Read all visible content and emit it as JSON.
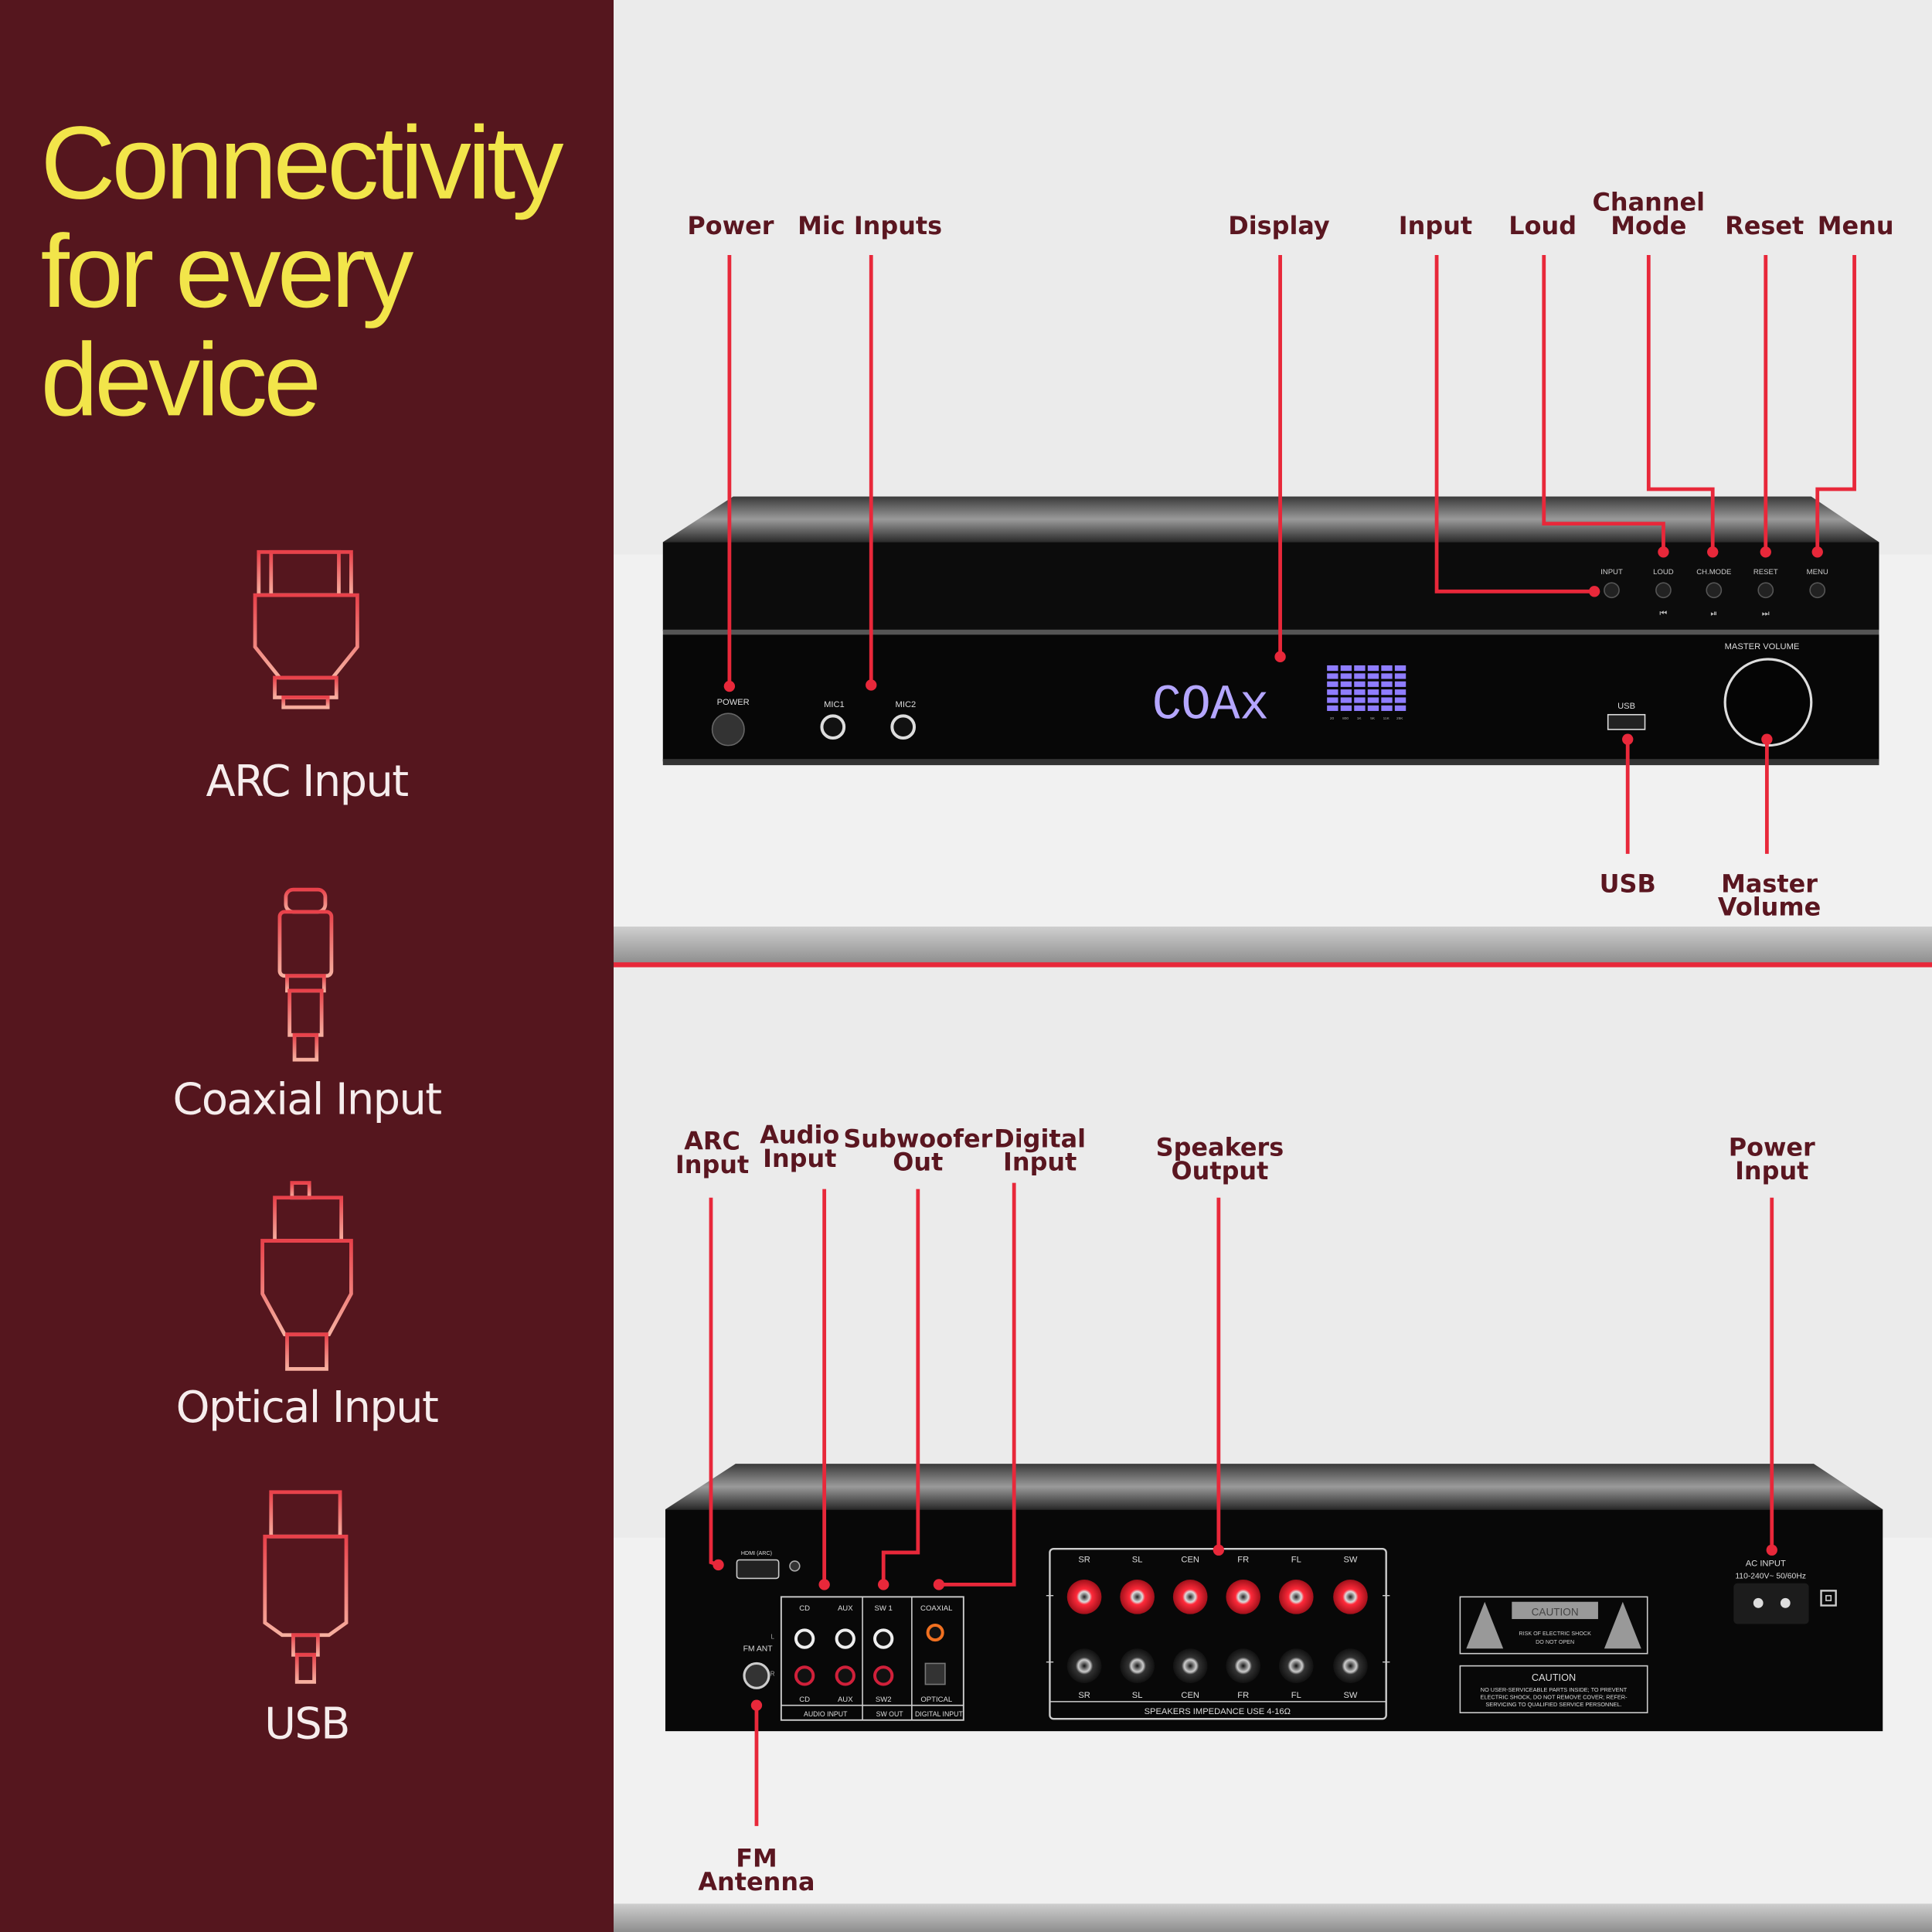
{
  "title": {
    "line1": "Connectivity",
    "line2": "for every",
    "line3": "device"
  },
  "features": [
    {
      "label": "ARC Input",
      "icon": "hdmi-plug-icon"
    },
    {
      "label": "Coaxial Input",
      "icon": "coaxial-plug-icon"
    },
    {
      "label": "Optical Input",
      "icon": "optical-plug-icon"
    },
    {
      "label": "USB",
      "icon": "usb-plug-icon"
    }
  ],
  "colors": {
    "panel": "#55161e",
    "title": "#f2e54a",
    "callout": "#e8283a",
    "label": "#5a1620",
    "display": "#b4a6ff"
  },
  "front_callouts": {
    "power": "Power",
    "mic": "Mic Inputs",
    "display": "Display",
    "input": "Input",
    "loud": "Loud",
    "channel_mode_1": "Channel",
    "channel_mode_2": "Mode",
    "reset": "Reset",
    "menu": "Menu",
    "usb": "USB",
    "master_volume_1": "Master",
    "master_volume_2": "Volume"
  },
  "front_panel": {
    "power": "POWER",
    "mic1": "MIC1",
    "mic2": "MIC2",
    "display_text": "COAx",
    "eq_labels": [
      "20",
      "800",
      "1K",
      "5K",
      "11K",
      "25K"
    ],
    "usb": "USB",
    "master_volume": "MASTER VOLUME",
    "buttons": [
      "INPUT",
      "LOUD",
      "CH.MODE",
      "RESET",
      "MENU"
    ],
    "transport": [
      "⏮",
      "⏯",
      "⏭"
    ]
  },
  "rear_callouts": {
    "arc_1": "ARC",
    "arc_2": "Input",
    "audio_1": "Audio",
    "audio_2": "Input",
    "sub_1": "Subwoofer",
    "sub_2": "Out",
    "digital_1": "Digital",
    "digital_2": "Input",
    "speakers_1": "Speakers",
    "speakers_2": "Output",
    "power_1": "Power",
    "power_2": "Input",
    "fm_1": "FM",
    "fm_2": "Antenna"
  },
  "rear_panel": {
    "hdmi": "HDMI (ARC)",
    "fm_ant": "FM ANT",
    "audio_top": [
      "CD",
      "AUX",
      "SW 1",
      "COAXIAL"
    ],
    "audio_bottom": [
      "CD",
      "AUX",
      "SW2",
      "OPTICAL"
    ],
    "audio_sections": [
      "AUDIO INPUT",
      "SW OUT",
      "DIGITAL INPUT"
    ],
    "lr": [
      "L",
      "R"
    ],
    "speakers": [
      "SR",
      "SL",
      "CEN",
      "FR",
      "FL",
      "SW"
    ],
    "speaker_footer": "SPEAKERS IMPEDANCE USE 4-16Ω",
    "caution_title": "CAUTION",
    "caution_sub1": "RISK OF ELECTRIC SHOCK",
    "caution_sub2": "DO NOT OPEN",
    "caution2_title": "CAUTION",
    "caution2_l1": "NO USER-SERVICEABLE PARTS INSIDE; TO PREVENT",
    "caution2_l2": "ELECTRIC SHOCK, DO NOT REMOVE COVER; REFER-",
    "caution2_l3": "SERVICING TO QUALIFIED SERVICE PERSONNEL.",
    "ac_input": "AC INPUT",
    "ac_rating": "110-240V~ 50/60Hz"
  }
}
